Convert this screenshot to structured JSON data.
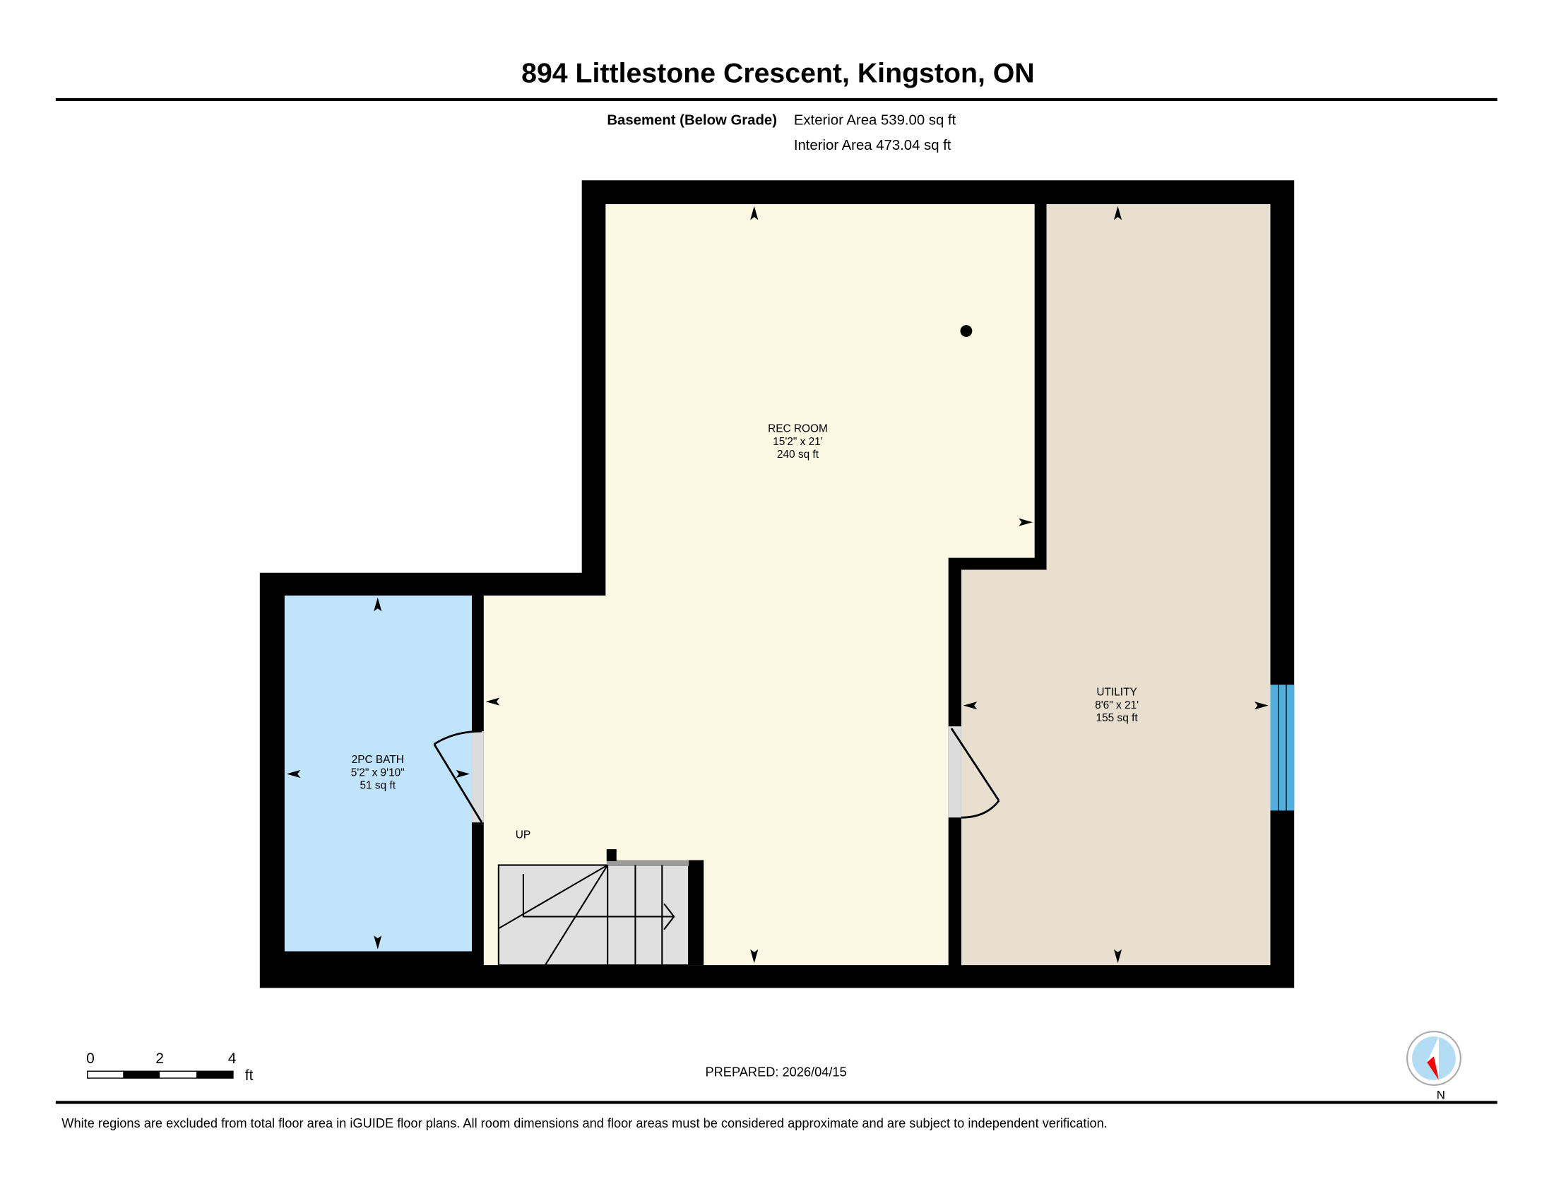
{
  "header": {
    "title": "894 Littlestone Crescent, Kingston, ON",
    "floor_name": "Basement (Below Grade)",
    "exterior_area": "Exterior Area 539.00 sq ft",
    "interior_area": "Interior Area 473.04 sq ft"
  },
  "rooms": [
    {
      "name": "REC ROOM",
      "dims": "15'2\" x 21'",
      "area": "240 sq ft"
    },
    {
      "name": "UTILITY",
      "dims": "8'6\" x 21'",
      "area": "155 sq ft"
    },
    {
      "name": "2PC BATH",
      "dims": "5'2\" x 9'10\"",
      "area": "51 sq ft"
    }
  ],
  "stairs_label": "UP",
  "scale_bar": {
    "ticks": [
      "0",
      "2",
      "4"
    ],
    "unit": "ft"
  },
  "prepared": "PREPARED: 2026/04/15",
  "compass": {
    "label": "N"
  },
  "footer": "White regions are excluded from total floor area in iGUIDE floor plans. All room dimensions and floor areas must be considered approximate and are subject to independent verification.",
  "colors": {
    "rec_room": "#fdf8e4",
    "utility": "#e8dfcf",
    "bath": "#bfe4fb",
    "window": "#4fb0e0",
    "wall": "#000000",
    "compass_red": "#ff0000"
  }
}
